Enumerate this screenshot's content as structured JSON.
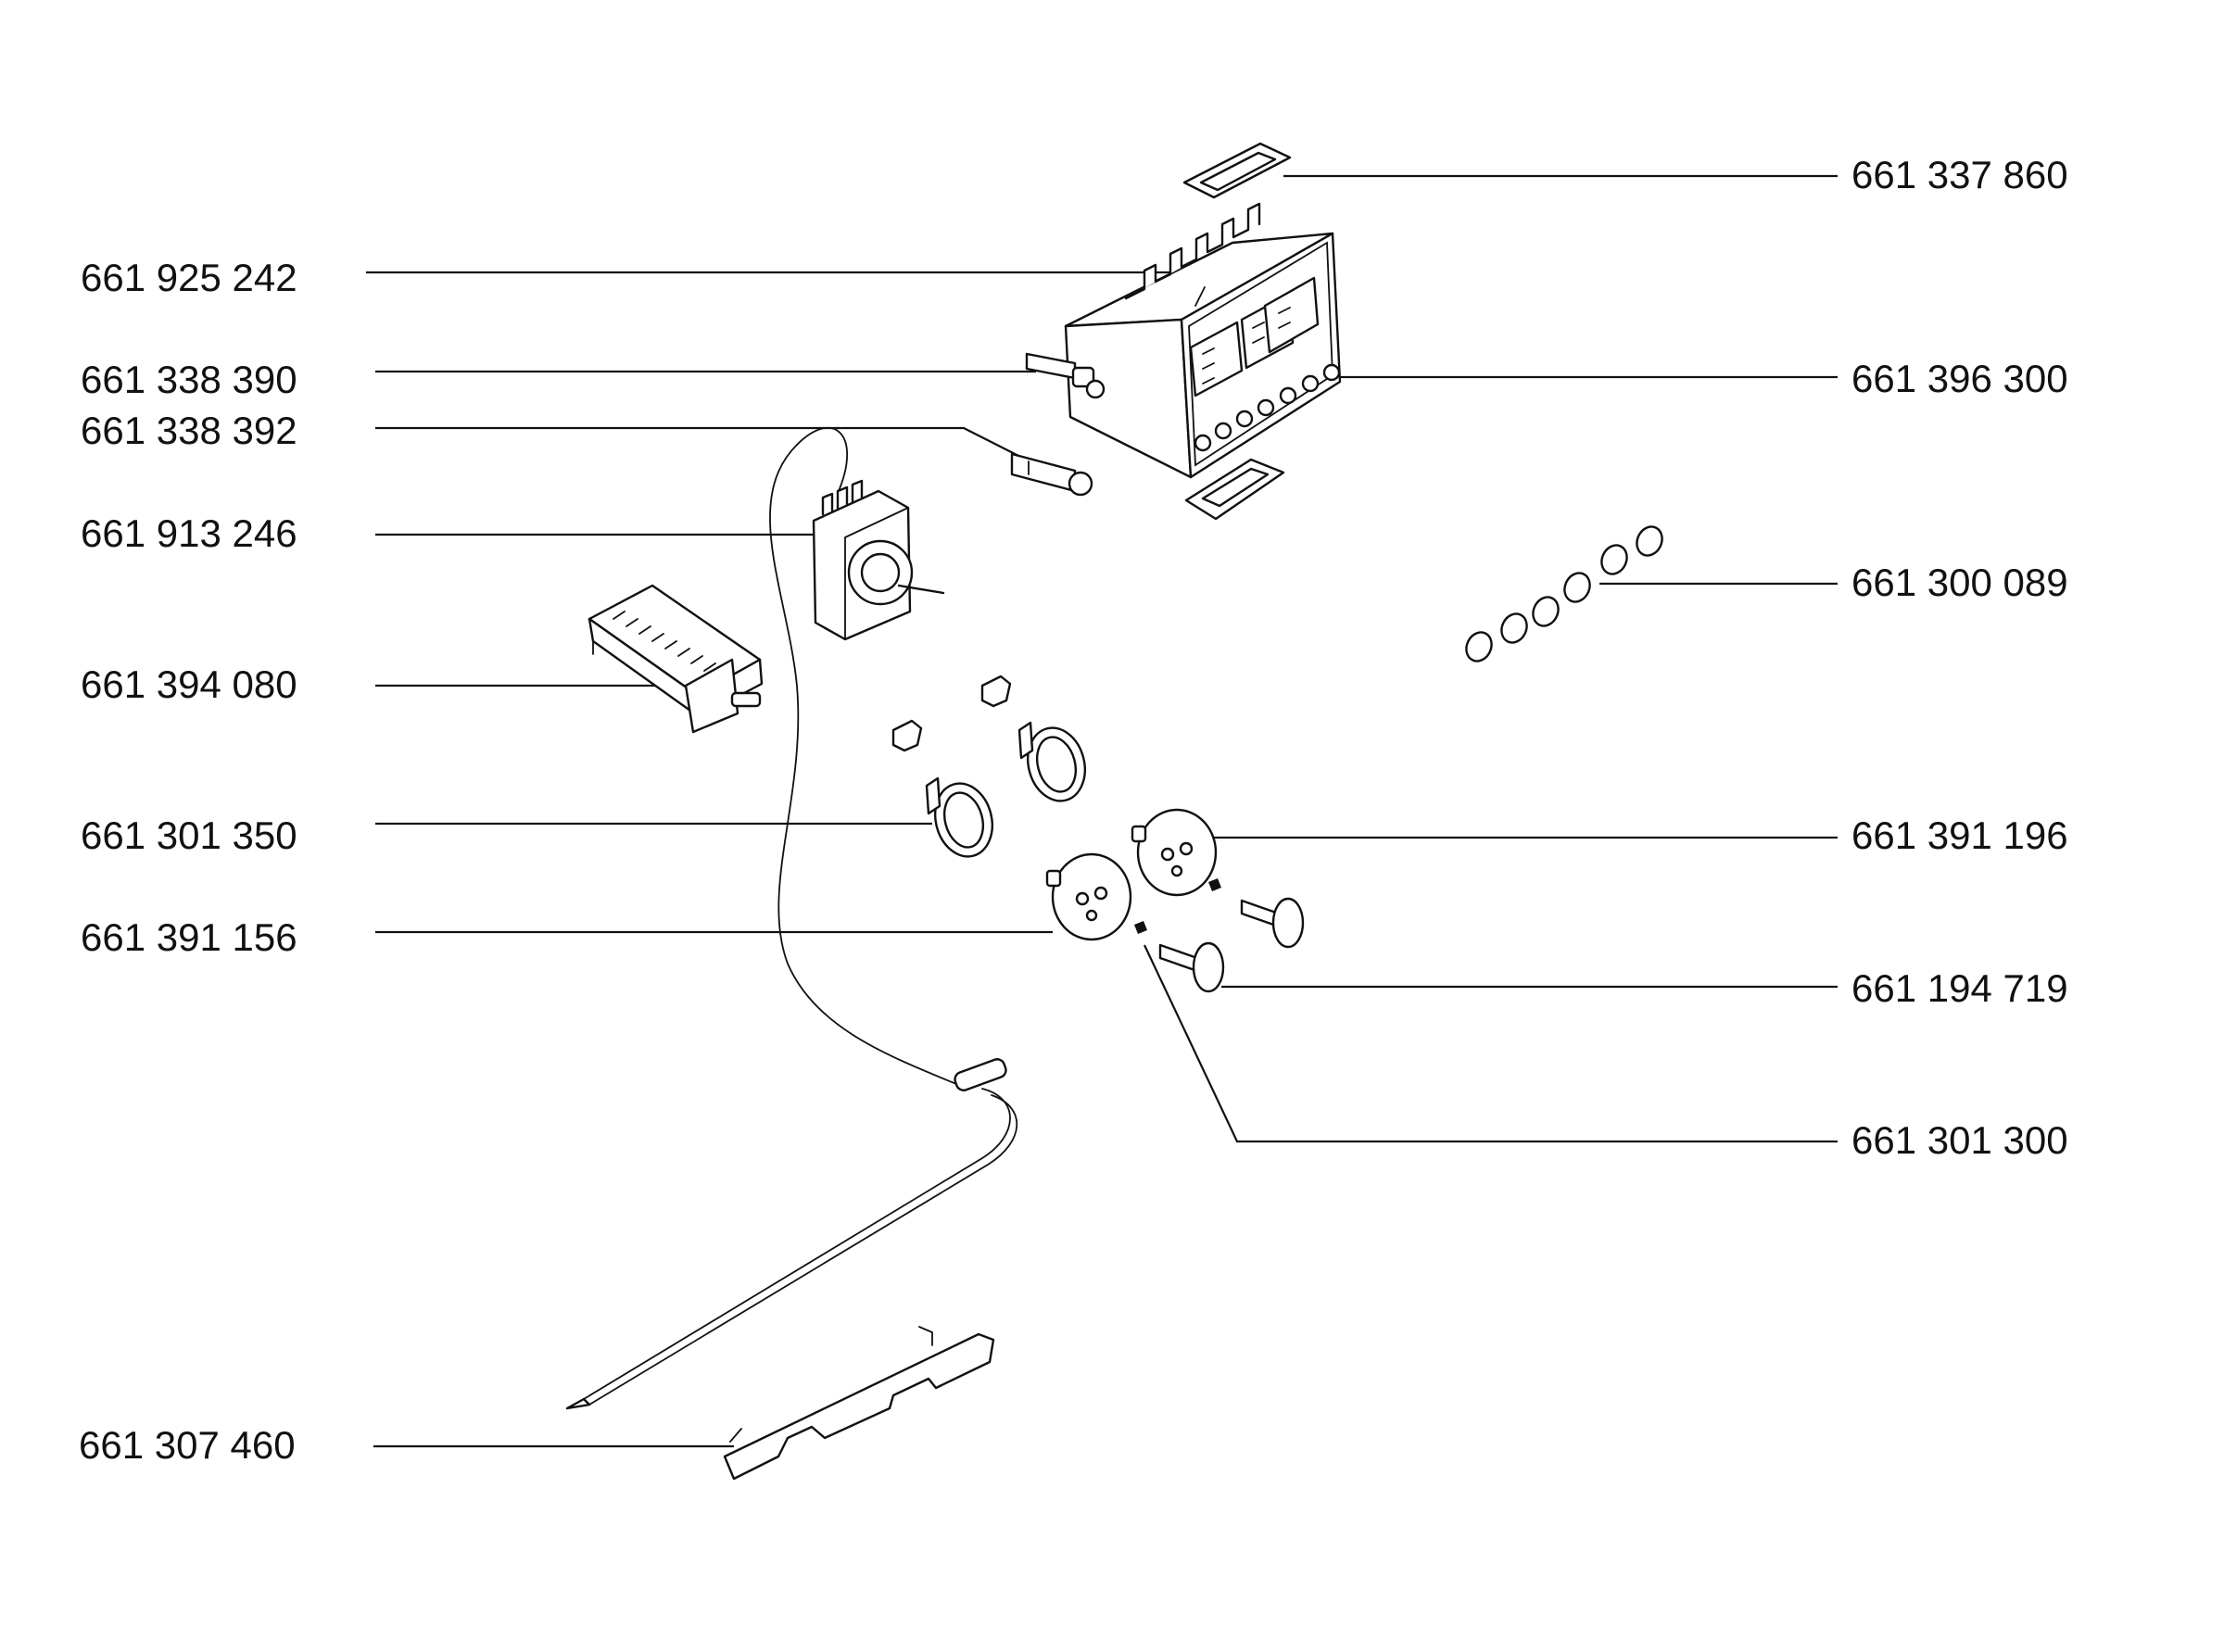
{
  "diagram": {
    "type": "exploded-parts-diagram",
    "colors": {
      "ink": "#111111",
      "background": "#ffffff"
    },
    "labels_left": [
      {
        "id": "timer-switch-block",
        "text": "661 925 242"
      },
      {
        "id": "fuse-holder",
        "text": "661 338 390"
      },
      {
        "id": "fuse",
        "text": "661 338 392"
      },
      {
        "id": "thermostat",
        "text": "661 913 246"
      },
      {
        "id": "selector-switch",
        "text": "661 394 080"
      },
      {
        "id": "knob-holder-clip",
        "text": "661 301 350"
      },
      {
        "id": "knob-left",
        "text": "661 391 156"
      },
      {
        "id": "probe-bracket",
        "text": "661 307 460"
      }
    ],
    "labels_right": [
      {
        "id": "display-frame-top",
        "text": "661 337 860"
      },
      {
        "id": "electronic-timer",
        "text": "661 396 300"
      },
      {
        "id": "push-buttons",
        "text": "661 300 089"
      },
      {
        "id": "knob-right",
        "text": "661 391 196"
      },
      {
        "id": "knob-spindle",
        "text": "661 194 719"
      },
      {
        "id": "spring-washer",
        "text": "661 301 300"
      }
    ]
  }
}
